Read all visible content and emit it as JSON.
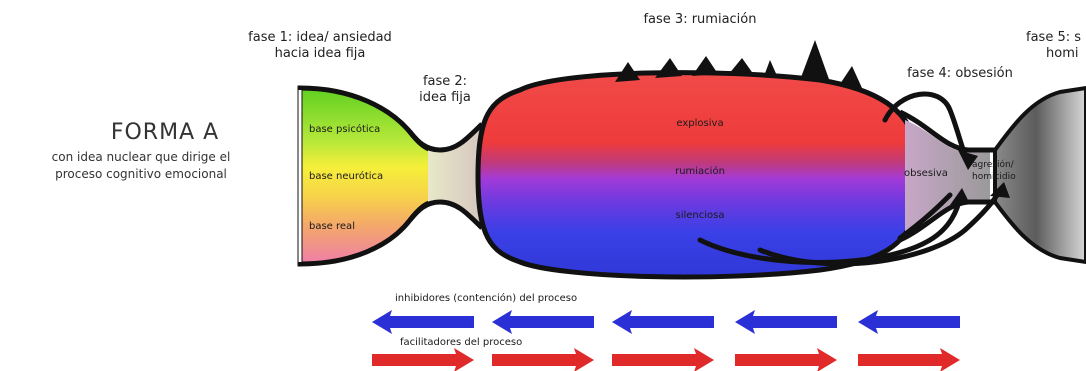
{
  "form": {
    "title": "FORMA A",
    "subtitle_line1": "con idea nuclear que dirige el",
    "subtitle_line2": "proceso cognitivo emocional"
  },
  "phases": {
    "phase1_line1": "fase 1: idea/ ansiedad",
    "phase1_line2": "hacia idea fija",
    "phase2_line1": "fase 2:",
    "phase2_line2": "idea fija",
    "phase3": "fase 3: rumiación",
    "phase4": "fase 4: obsesión",
    "phase5_line1": "fase 5: s",
    "phase5_line2": "homi"
  },
  "bases": [
    "base psicótica",
    "base neurótica",
    "base real"
  ],
  "rumination_bands": [
    "explosiva",
    "rumiación",
    "silenciosa"
  ],
  "obsession_label": "obsesiva",
  "outcome_line1": "agresión/",
  "outcome_line2": "homicidio",
  "inhibitors": {
    "label": "inhibidores (contención) del proceso",
    "count": 5,
    "color": "#2a2fd6"
  },
  "facilitators": {
    "label": "facilitadores del proceso",
    "count": 5,
    "color": "#e02a2a"
  },
  "colors": {
    "psychotic": "#7ed321",
    "neurotic": "#f2e62a",
    "real": "#f08a9a",
    "explosive": "#ef3b3b",
    "rumination": "#a23ad8",
    "silent": "#3a40e6",
    "outcome": "#9a9a9a"
  }
}
